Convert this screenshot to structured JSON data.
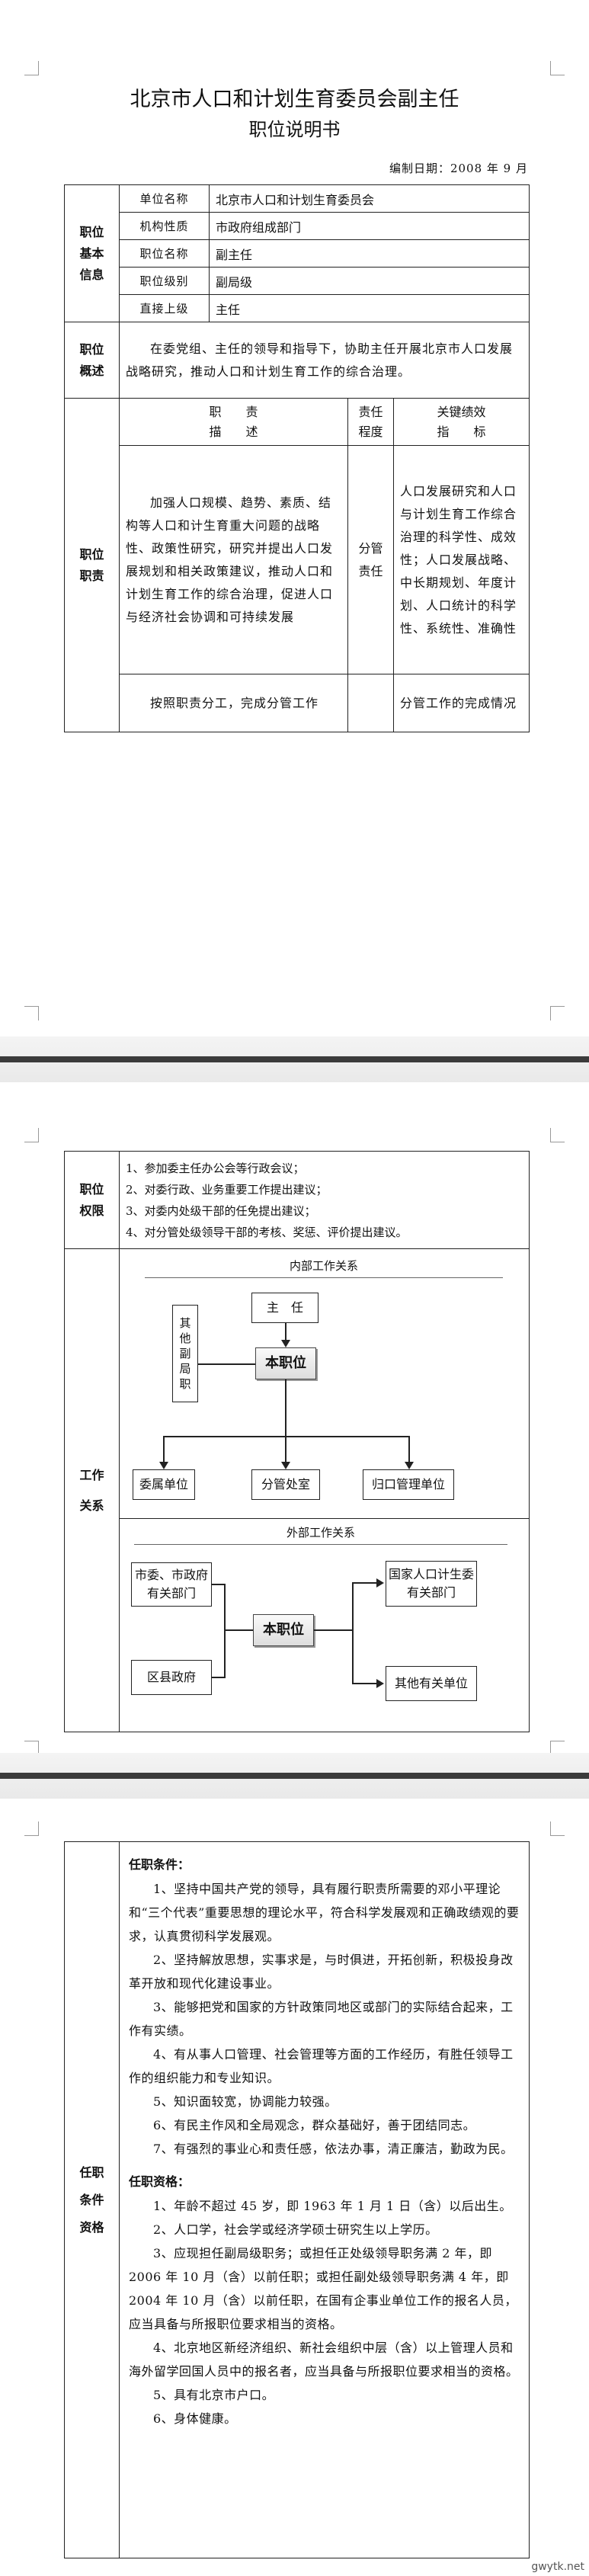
{
  "doc": {
    "title": "北京市人口和计划生育委员会副主任",
    "subtitle": "职位说明书",
    "date": "编制日期：2008 年 9 月"
  },
  "basic": {
    "label": "职位基本信息",
    "rows": [
      {
        "k": "单位名称",
        "v": "北京市人口和计划生育委员会"
      },
      {
        "k": "机构性质",
        "v": "市政府组成部门"
      },
      {
        "k": "职位名称",
        "v": "副主任"
      },
      {
        "k": "职位级别",
        "v": "副局级"
      },
      {
        "k": "直接上级",
        "v": "主任"
      }
    ]
  },
  "overview": {
    "label": "职位概述",
    "text": "在委党组、主任的领导和指导下，协助主任开展北京市人口发展战略研究，推动人口和计划生育工作的综合治理。"
  },
  "duties": {
    "label": "职位职责",
    "h_desc": "职　　责",
    "h_desc2": "描　　述",
    "h_deg": "责任",
    "h_deg2": "程度",
    "h_kpi": "关键绩效",
    "h_kpi2": "指　　标",
    "rows": [
      {
        "desc": "加强人口规模、趋势、素质、结构等人口和计生育重大问题的战略性、政策性研究，研究并提出人口发展规划和相关政策建议，推动人口和计划生育工作的综合治理，促进人口与经济社会协调和可持续发展",
        "deg": "分管责任",
        "kpi": "人口发展研究和人口与计划生育工作综合治理的科学性、成效性；人口发展战略、中长期规划、年度计划、人口统计的科学性、系统性、准确性"
      },
      {
        "desc": "按照职责分工，完成分管工作",
        "deg": "",
        "kpi": "分管工作的完成情况"
      }
    ]
  },
  "authority": {
    "label": "职位权限",
    "items": [
      "1、参加委主任办公会等行政会议；",
      "2、对委行政、业务重要工作提出建议；",
      "3、对委内处级干部的任免提出建议；",
      "4、对分管处级领导干部的考核、奖惩、评价提出建议。"
    ]
  },
  "relations": {
    "label": "工作关系",
    "internal_title": "内部工作关系",
    "external_title": "外部工作关系",
    "internal": {
      "top": "主　任",
      "side": "其他副局职",
      "core": "本职位",
      "b1": "委属单位",
      "b2": "分管处室",
      "b3": "归口管理单位"
    },
    "external": {
      "l1": "市委、市政府有关部门",
      "l2": "区县政府",
      "core": "本职位",
      "r1": "国家人口计生委有关部门",
      "r2": "其他有关单位"
    }
  },
  "qualifications": {
    "label": "任职条件资格",
    "cond_title": "任职条件：",
    "conds": [
      "1、坚持中国共产党的领导，具有履行职责所需要的邓小平理论和“三个代表”重要思想的理论水平，符合科学发展观和正确政绩观的要求，认真贯彻科学发展观。",
      "2、坚持解放思想，实事求是，与时俱进，开拓创新，积极投身改革开放和现代化建设事业。",
      "3、能够把党和国家的方针政策同地区或部门的实际结合起来，工作有实绩。",
      "4、有从事人口管理、社会管理等方面的工作经历，有胜任领导工作的组织能力和专业知识。",
      "5、知识面较宽，协调能力较强。",
      "6、有民主作风和全局观念，群众基础好，善于团结同志。",
      "7、有强烈的事业心和责任感，依法办事，清正廉洁，勤政为民。"
    ],
    "qual_title": "任职资格：",
    "quals": [
      "1、年龄不超过 45 岁，即 1963 年 1 月 1 日（含）以后出生。",
      "2、人口学，社会学或经济学硕士研究生以上学历。",
      "3、应现担任副局级职务；或担任正处级领导职务满 2 年，即 2006 年 10 月（含）以前任职；或担任副处级领导职务满 4 年，即 2004 年 10 月（含）以前任职，在国有企事业单位工作的报名人员，应当具备与所报职位要求相当的资格。",
      "4、北京地区新经济组织、新社会组织中层（含）以上管理人员和海外留学回国人员中的报名者，应当具备与所报职位要求相当的资格。",
      "5、具有北京市户口。",
      "6、身体健康。"
    ]
  },
  "watermark": "gwytk.net"
}
